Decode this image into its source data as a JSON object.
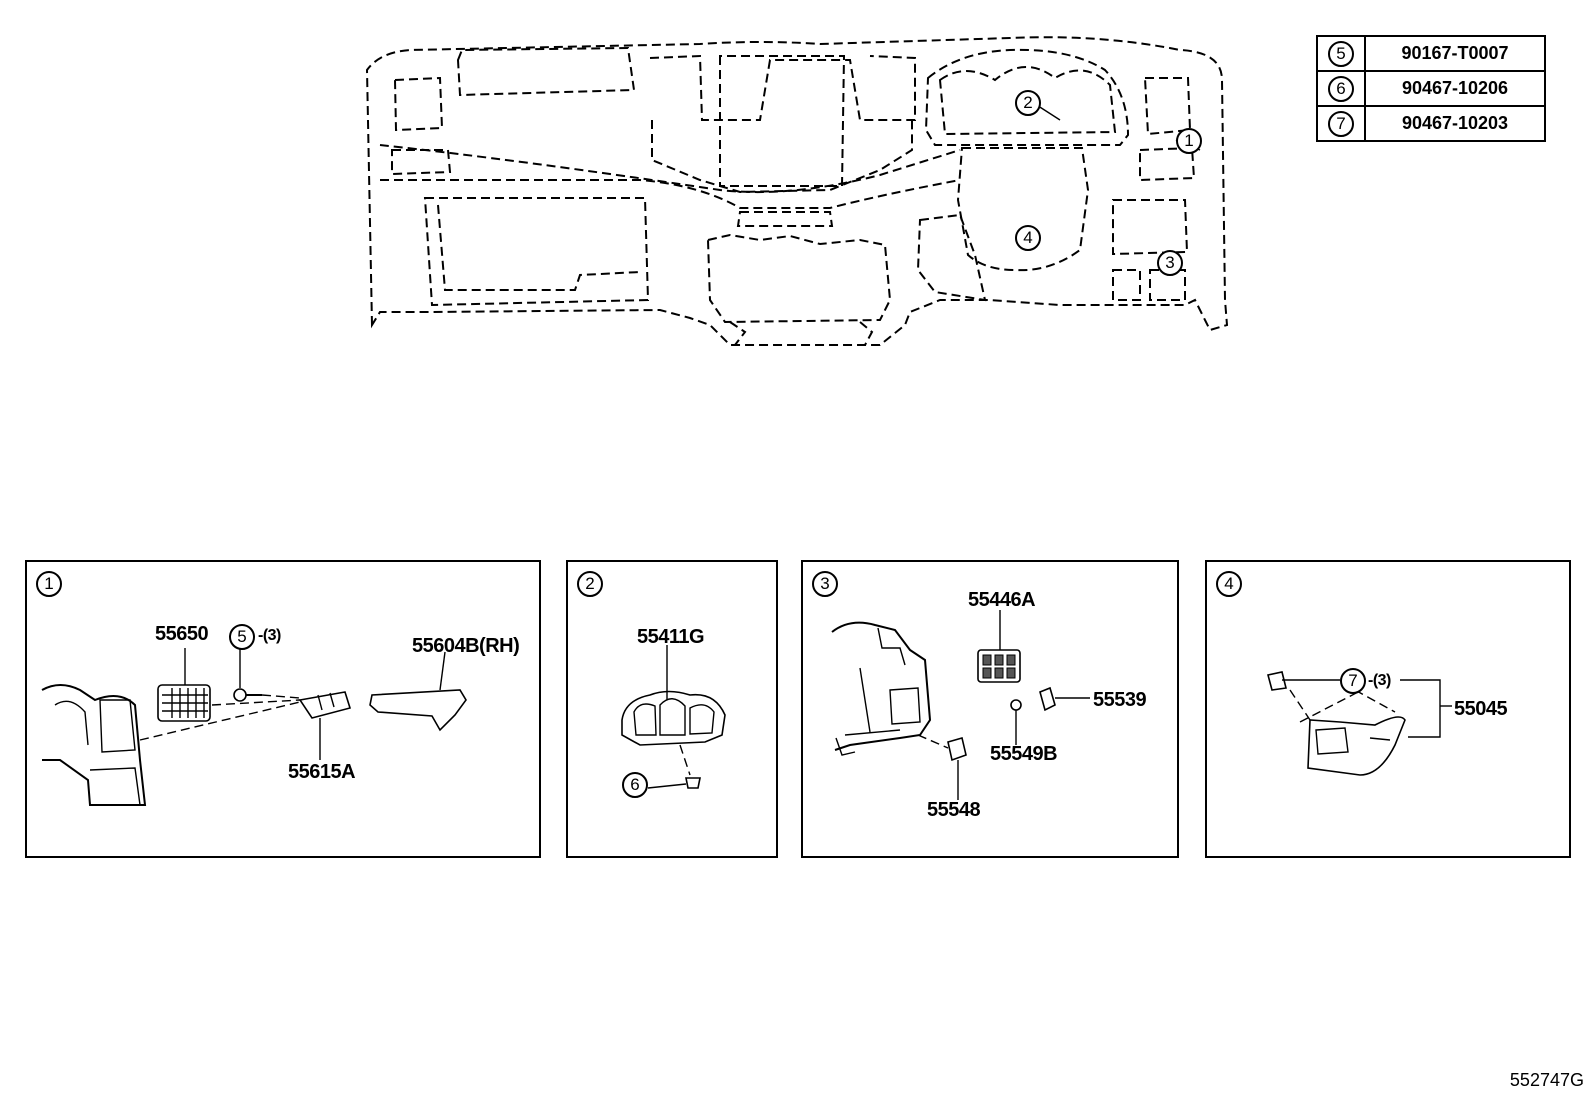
{
  "reference_table": [
    {
      "num": "5",
      "part": "90167-T0007"
    },
    {
      "num": "6",
      "part": "90467-10206"
    },
    {
      "num": "7",
      "part": "90467-10203"
    }
  ],
  "overview": {
    "callouts": [
      "1",
      "2",
      "3",
      "4"
    ]
  },
  "panels": [
    {
      "id": "1",
      "parts": {
        "p1": "55650",
        "p2": "55615A",
        "p3": "55604B(RH)",
        "fastener": "5",
        "qty": "-(3)"
      }
    },
    {
      "id": "2",
      "parts": {
        "p1": "55411G",
        "fastener": "6"
      }
    },
    {
      "id": "3",
      "parts": {
        "p1": "55446A",
        "p2": "55539",
        "p3": "55549B",
        "p4": "55548"
      }
    },
    {
      "id": "4",
      "parts": {
        "p1": "55045",
        "fastener": "7",
        "qty": "-(3)"
      }
    }
  ],
  "diagram_code": "552747G"
}
